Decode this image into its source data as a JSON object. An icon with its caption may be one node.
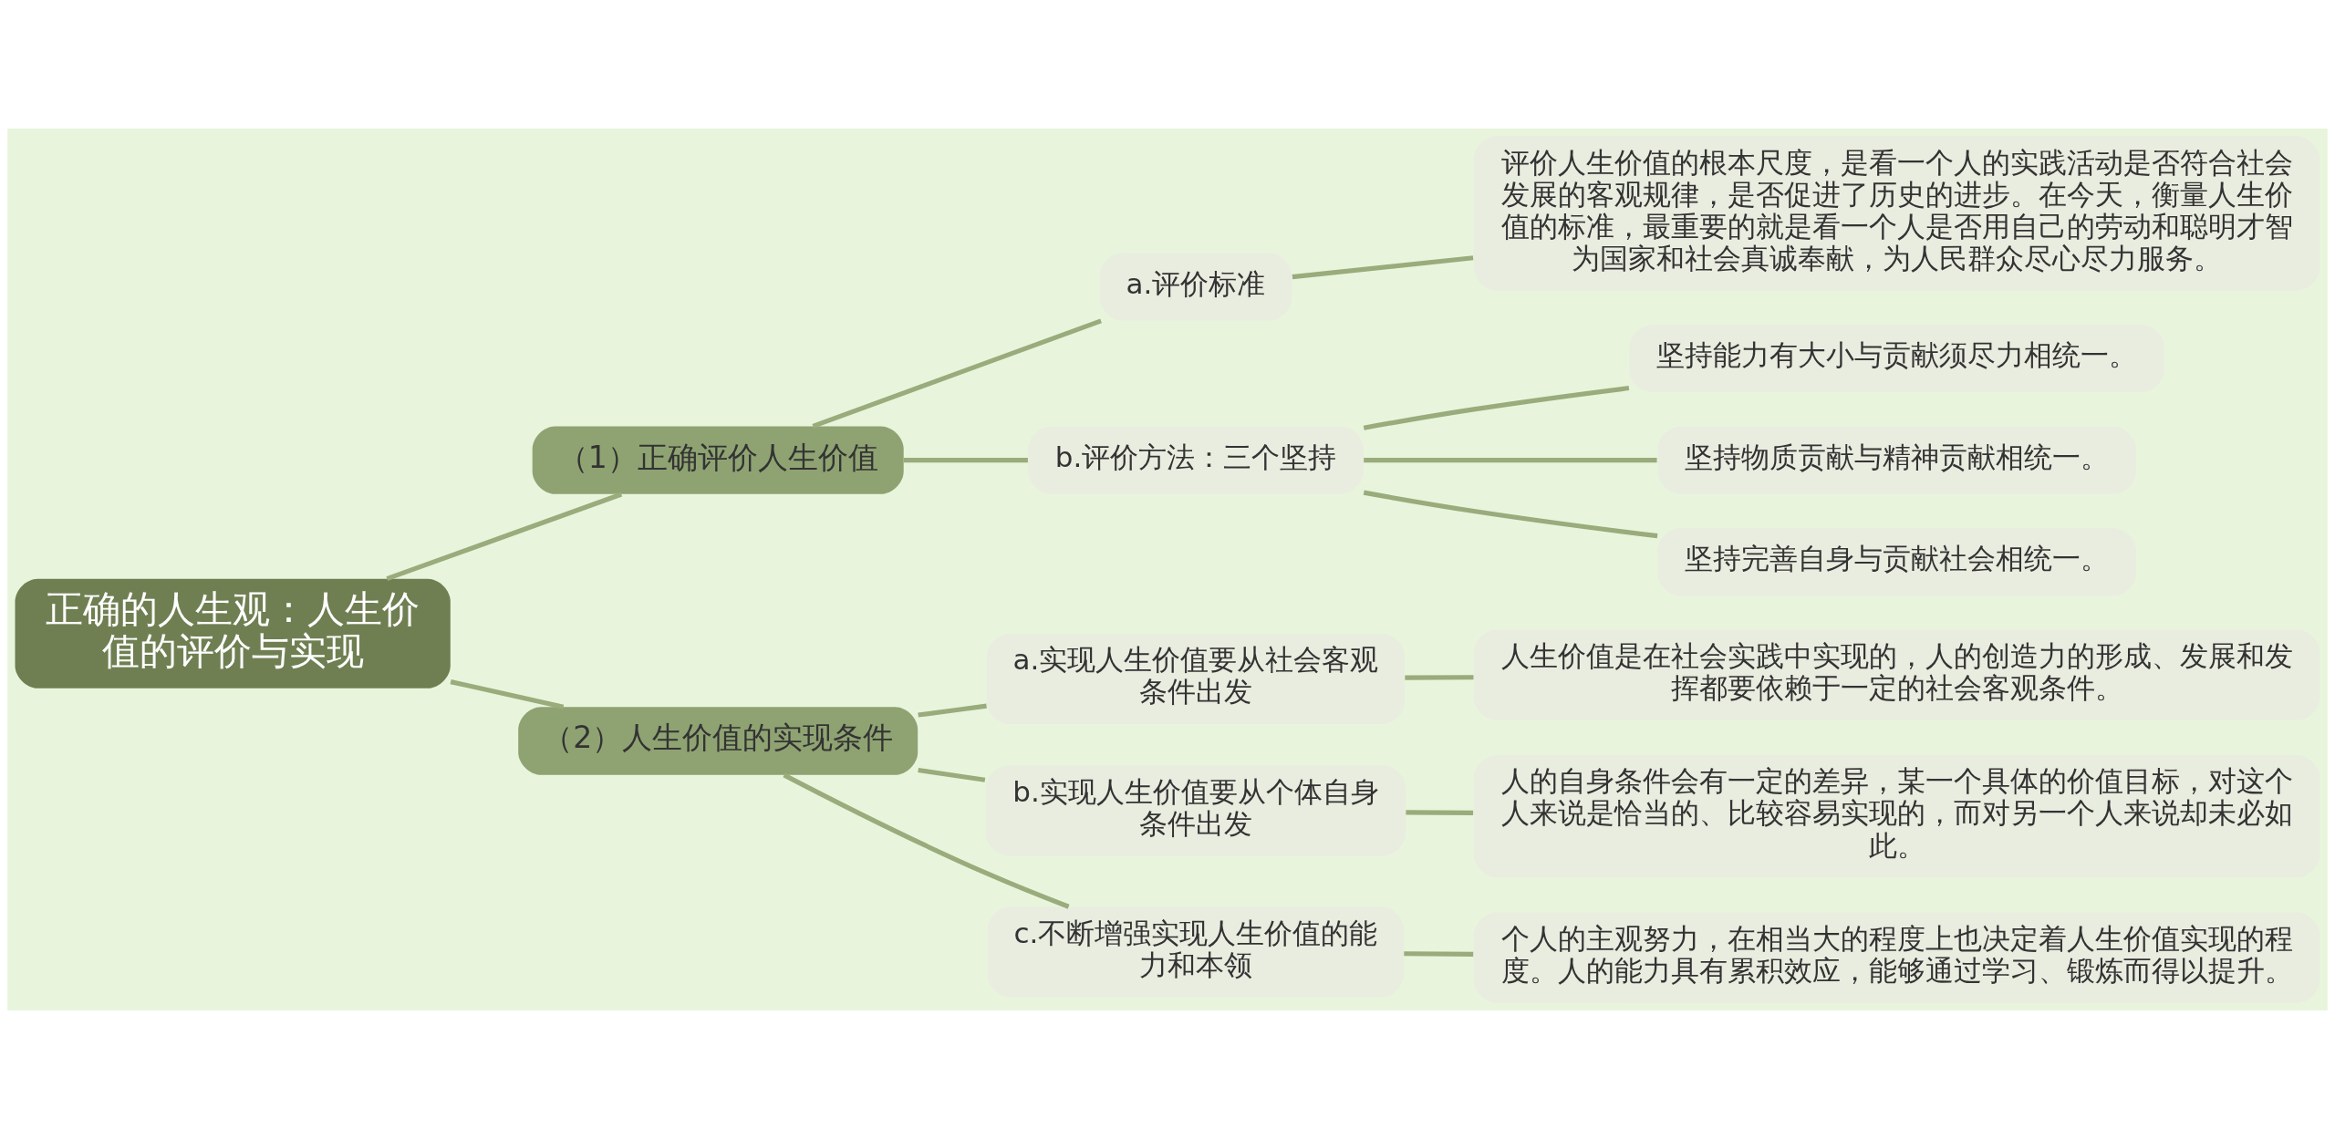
{
  "diagram": {
    "nodes": [
      {
        "text": [
          "正确的人生观：人生价值的评价与实现"
        ]
      },
      {
        "text": [
          "（1）正确评价人生价值"
        ]
      },
      {
        "text": [
          "a.评价标准"
        ]
      },
      {
        "text": [
          "评价人生价值的根本尺度，是看一个人的实践活动是否符合社会发展的客观规律，是否促进了历史的进步。在今天，衡量人生价值的标准，最重要的就是看一个人是否用自己的劳动和聪明才智为国家和社会真诚奉献，为人民群众尽心尽力服务。"
        ]
      },
      {
        "text": [
          "b.评价方法：三个坚持"
        ]
      },
      {
        "text": [
          "坚持能力有大小与贡献须尽力相统一。"
        ]
      },
      {
        "text": [
          "坚持物质贡献与精神贡献相统一。"
        ]
      },
      {
        "text": [
          "坚持完善自身与贡献社会相统一。"
        ]
      },
      {
        "text": [
          "（2）人生价值的实现条件"
        ]
      },
      {
        "text": [
          "a.实现人生价值要从社会客观条件出发"
        ]
      },
      {
        "text": [
          "人生价值是在社会实践中实现的，人的创造力的形成、发展和发挥都要依赖于一定的社会客观条件。"
        ]
      },
      {
        "text": [
          "b.实现人生价值要从个体自身条件出发"
        ]
      },
      {
        "text": [
          "人的自身条件会有一定的差异，某一个具体的价值目标，对这个人来说是恰当的、比较容易实现的，而对另一个人来说却未必如此。"
        ]
      },
      {
        "text": [
          "c.不断增强实现人生价值的能力和本领"
        ]
      },
      {
        "text": [
          "个人的主观努力，在相当大的程度上也决定着人生价值实现的程度。人的能力具有累积效应，能够通过学习、锻炼而得以提升。"
        ]
      }
    ],
    "edges": [
      {
        "from": 0,
        "to": 1,
        "arrow": "none"
      },
      {
        "from": 1,
        "to": 2,
        "arrow": "none"
      },
      {
        "from": 2,
        "to": 3,
        "arrow": "none"
      },
      {
        "from": 1,
        "to": 4,
        "arrow": "none"
      },
      {
        "from": 4,
        "to": 5,
        "arrow": "none"
      },
      {
        "from": 4,
        "to": 6,
        "arrow": "none"
      },
      {
        "from": 4,
        "to": 7,
        "arrow": "none"
      },
      {
        "from": 0,
        "to": 8,
        "arrow": "none"
      },
      {
        "from": 8,
        "to": 9,
        "arrow": "none"
      },
      {
        "from": 9,
        "to": 10,
        "arrow": "none"
      },
      {
        "from": 8,
        "to": 11,
        "arrow": "none"
      },
      {
        "from": 11,
        "to": 12,
        "arrow": "none"
      },
      {
        "from": 8,
        "to": 13,
        "arrow": "none"
      },
      {
        "from": 13,
        "to": 14,
        "arrow": "none"
      }
    ]
  }
}
